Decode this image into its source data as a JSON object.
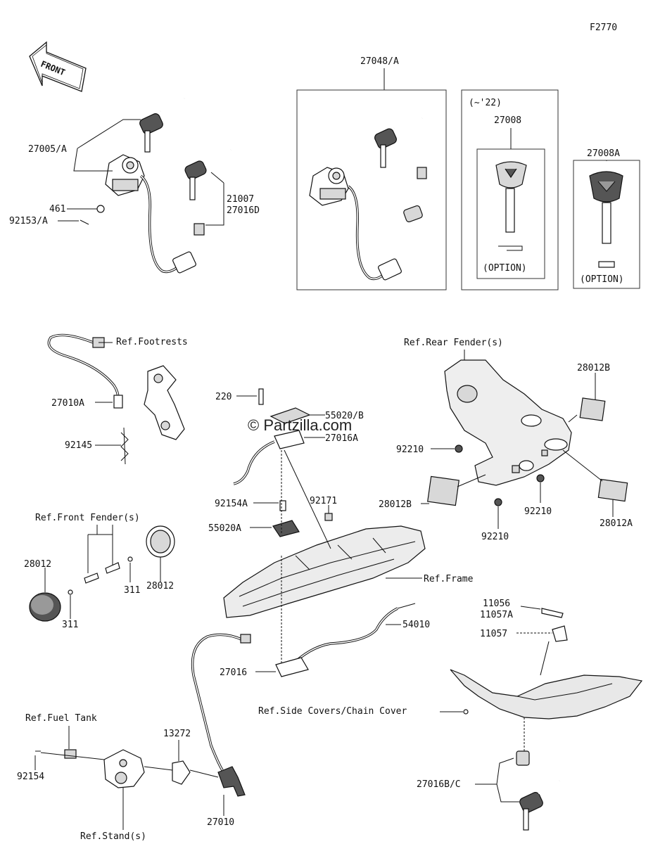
{
  "figure_code": "F2770",
  "front_arrow": {
    "text": "FRONT",
    "icon": "front-direction-arrow-icon"
  },
  "watermark": "© Partzilla.com",
  "boxes": {
    "kit": {
      "label": "27048/A"
    },
    "option_22": {
      "year_label": "(~'22)",
      "part": "27008",
      "option": "(OPTION)"
    },
    "option_a": {
      "part": "27008A",
      "option": "(OPTION)"
    }
  },
  "labels": {
    "p27005A": "27005/A",
    "p461": "461",
    "p92153A": "92153/A",
    "p21007": "21007",
    "p27016D": "27016D",
    "ref_footrests": "Ref.Footrests",
    "p27010A": "27010A",
    "p92145": "92145",
    "p220": "220",
    "p55020B": "55020/B",
    "p27016A": "27016A",
    "p92171": "92171",
    "p92154A": "92154A",
    "p55020A": "55020A",
    "ref_front_fender": "Ref.Front Fender(s)",
    "p28012_left": "28012",
    "p311_top": "311",
    "p28012_right": "28012",
    "p311_bottom": "311",
    "ref_frame": "Ref.Frame",
    "p54010": "54010",
    "p27016": "27016",
    "ref_rear_fender": "Ref.Rear Fender(s)",
    "p28012B_top": "28012B",
    "p92210_left": "92210",
    "p28012B_left": "28012B",
    "p92210_mid": "92210",
    "p92210_bottom": "92210",
    "p28012A": "28012A",
    "p11056": "11056",
    "p11057A": "11057A",
    "p11057": "11057",
    "ref_side_covers": "Ref.Side Covers/Chain Cover",
    "p27016BC": "27016B/C",
    "ref_fuel_tank": "Ref.Fuel Tank",
    "p13272": "13272",
    "p92154": "92154",
    "ref_stand": "Ref.Stand(s)",
    "p27010": "27010"
  }
}
